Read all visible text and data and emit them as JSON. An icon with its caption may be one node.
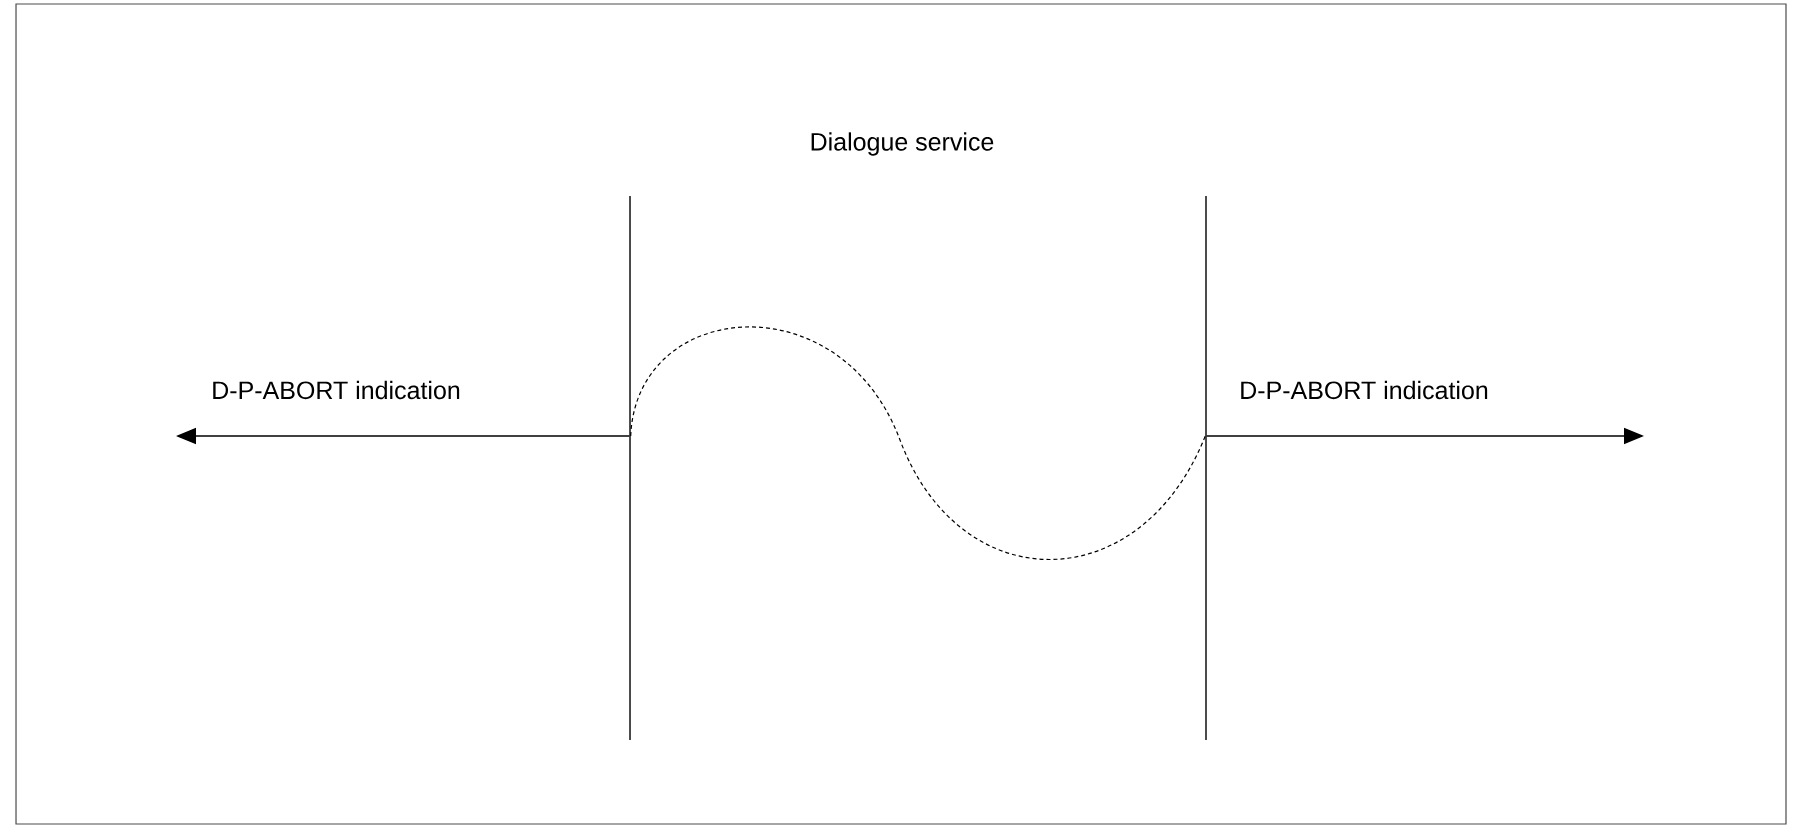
{
  "diagram": {
    "title": "Dialogue service",
    "nodes": [
      {
        "text": [],
        "shape": "bar"
      },
      {
        "text": [],
        "shape": "bar"
      }
    ],
    "edges": [
      {
        "from": 0,
        "to": null,
        "arrow": "to",
        "label": "D-P-ABORT indication"
      },
      {
        "from": 0,
        "to": 1,
        "arrow": "none",
        "style": "dashed"
      },
      {
        "from": 1,
        "to": null,
        "arrow": "to",
        "label": "D-P-ABORT indication"
      }
    ]
  }
}
